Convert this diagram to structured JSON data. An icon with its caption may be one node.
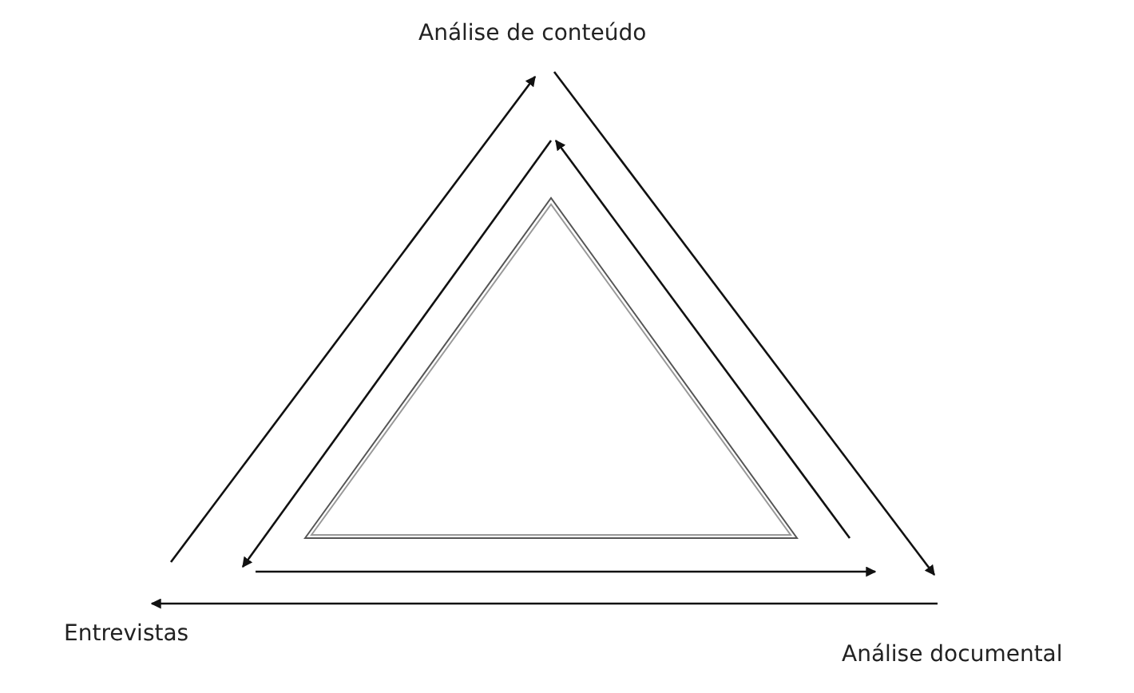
{
  "diagram": {
    "nodes": [
      {
        "text": [
          "Análise de conteúdo"
        ]
      },
      {
        "text": [
          "Entrevistas"
        ]
      },
      {
        "text": [
          "Análise documental"
        ]
      }
    ],
    "edges": [
      {
        "from": 1,
        "to": 0,
        "arrow": "to"
      },
      {
        "from": 0,
        "to": 2,
        "arrow": "to"
      },
      {
        "from": 2,
        "to": 1,
        "arrow": "to"
      },
      {
        "from": 0,
        "to": 1,
        "arrow": "to"
      },
      {
        "from": 2,
        "to": 0,
        "arrow": "to"
      },
      {
        "from": 1,
        "to": 2,
        "arrow": "to"
      }
    ]
  }
}
